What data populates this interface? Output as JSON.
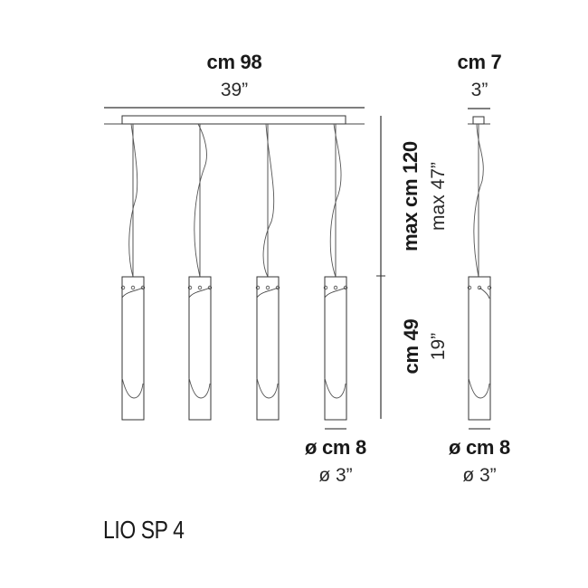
{
  "diagram": {
    "title": "LIO SP 4",
    "front_view": {
      "width_metric": "cm 98",
      "width_imperial": "39”",
      "pendant_count": 4
    },
    "side_view": {
      "width_metric": "cm 7",
      "width_imperial": "3”"
    },
    "height": {
      "max_metric": "max cm 120",
      "max_imperial": "max 47”",
      "shade_metric": "cm 49",
      "shade_imperial": "19”"
    },
    "diameter": {
      "front_metric": "ø cm 8",
      "front_imperial": "ø 3”",
      "side_metric": "ø cm 8",
      "side_imperial": "ø 3”"
    },
    "colors": {
      "line": "#333333",
      "cable": "#555555",
      "text": "#1a1a1a"
    }
  }
}
